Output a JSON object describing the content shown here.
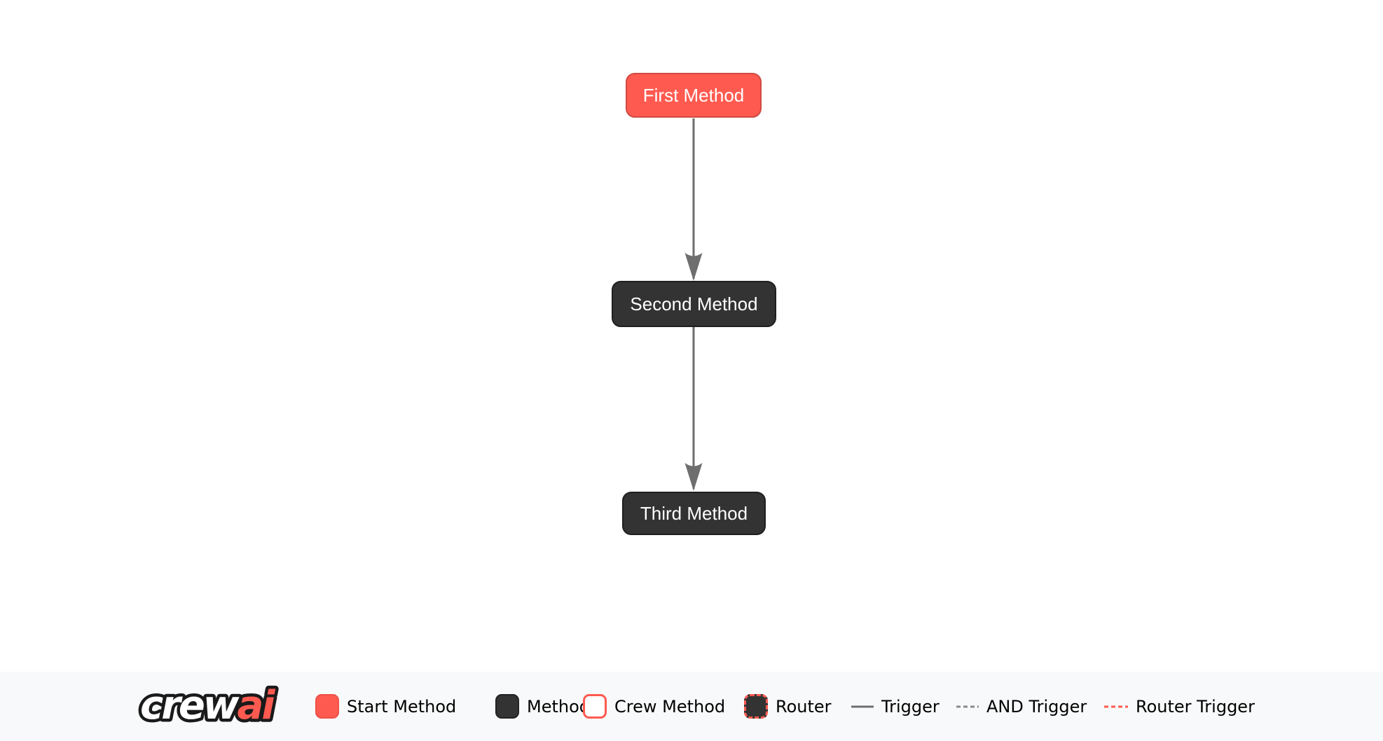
{
  "diagram": {
    "nodes": [
      {
        "label": "First Method",
        "type": "start-method"
      },
      {
        "label": "Second Method",
        "type": "method"
      },
      {
        "label": "Third Method",
        "type": "method"
      }
    ],
    "edges": [
      {
        "from": "First Method",
        "to": "Second Method",
        "type": "trigger"
      },
      {
        "from": "Second Method",
        "to": "Third Method",
        "type": "trigger"
      }
    ]
  },
  "legend": {
    "logo": {
      "crew": "crew",
      "ai": "ai"
    },
    "items": [
      {
        "label": "Start Method",
        "swatch": "start-method-box"
      },
      {
        "label": "Method",
        "swatch": "method-box"
      },
      {
        "label": "Crew Method",
        "swatch": "crew-method-box"
      },
      {
        "label": "Router",
        "swatch": "router-box"
      },
      {
        "label": "Trigger",
        "swatch": "solid-gray-line"
      },
      {
        "label": "AND Trigger",
        "swatch": "dashed-gray-line"
      },
      {
        "label": "Router Trigger",
        "swatch": "dashed-red-line"
      }
    ]
  },
  "colors": {
    "start_method": "#FF5A50",
    "method": "#333333",
    "edge": "#6E6E6E",
    "legend_background": "#F8F9FA",
    "canvas_background": "#FFFFFF"
  }
}
